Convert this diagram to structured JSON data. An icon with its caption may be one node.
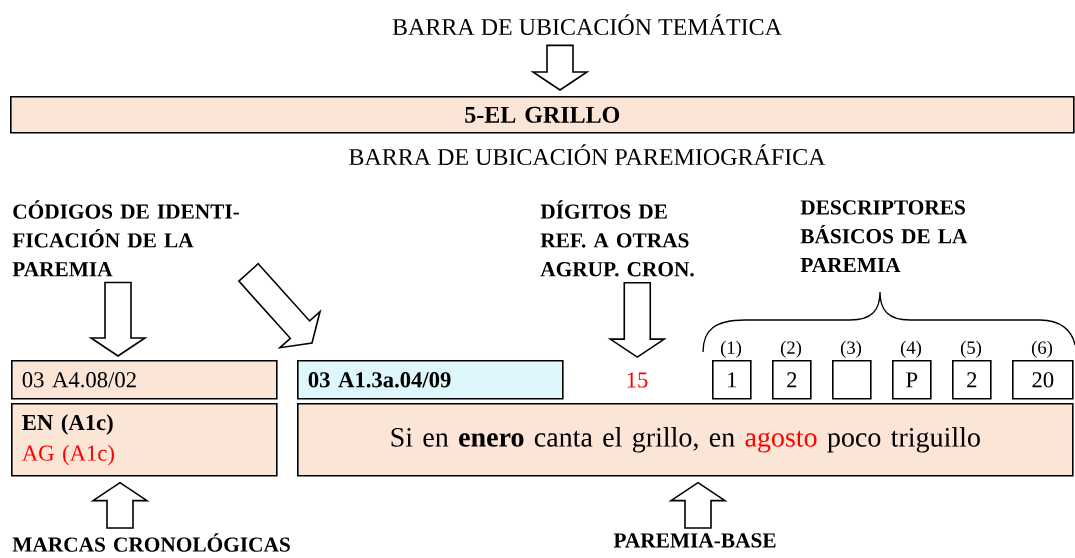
{
  "diagram": {
    "nodes": [
      {
        "text": [
          "BARRA DE UBICACIÓN TEMÁTICA"
        ]
      },
      {
        "text": [
          "5-EL GRILLO"
        ]
      },
      {
        "text": [
          "CÓDIGOS DE IDENTI-FICACIÓN DE LA PAREMIA"
        ]
      },
      {
        "text": [
          "03 A4.08/02"
        ]
      },
      {
        "text": [
          "03 A1.3a.04/09"
        ]
      },
      {
        "text": [
          "DÍGITOS DE REF. A OTRAS AGRUP. CRON."
        ]
      },
      {
        "text": [
          "15"
        ]
      },
      {
        "text": [
          "DESCRIPTORES BÁSICOS DE LA PAREMIA"
        ]
      },
      {
        "text": [
          "1"
        ],
        "beside": [
          "(1)"
        ]
      },
      {
        "text": [
          "2"
        ],
        "beside": [
          "(2)"
        ]
      },
      {
        "text": [],
        "shape": "box",
        "beside": [
          "(3)"
        ]
      },
      {
        "text": [
          "P"
        ],
        "beside": [
          "(4)"
        ]
      },
      {
        "text": [
          "2"
        ],
        "beside": [
          "(5)"
        ]
      },
      {
        "text": [
          "20"
        ],
        "beside": [
          "(6)"
        ]
      },
      {
        "text": [
          "EN (A1c)",
          "AG (A1c)"
        ]
      },
      {
        "text": [
          "Si en **enero** canta el grillo, en",
          "agosto",
          "poco triguillo"
        ]
      },
      {
        "text": [
          "MARCAS CRONOLÓGICAS"
        ]
      },
      {
        "text": [
          "PAREMIA-BASE"
        ]
      }
    ],
    "edges": [
      {
        "from": 0,
        "to": 1,
        "arrow": "to"
      },
      {
        "from": 2,
        "to": 3,
        "arrow": "to"
      },
      {
        "from": 2,
        "to": 4,
        "arrow": "to"
      },
      {
        "from": 5,
        "to": 6,
        "arrow": "to"
      },
      {
        "from": 16,
        "to": 14,
        "arrow": "to"
      },
      {
        "from": 17,
        "to": 15,
        "arrow": "to"
      }
    ],
    "labels": [
      "BARRA DE UBICACIÓN PAREMIOGRÁFICA"
    ]
  }
}
